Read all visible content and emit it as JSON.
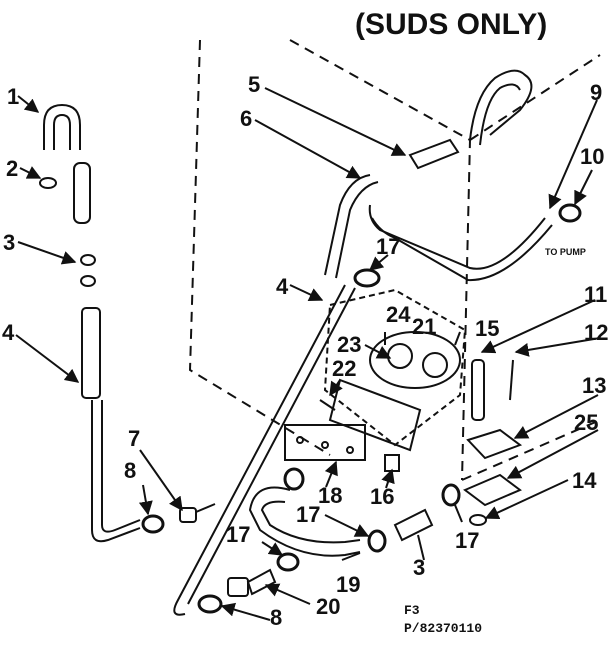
{
  "diagram": {
    "title": "(SUDS ONLY)",
    "note_to_pump": "TO PUMP",
    "figure_ref": "F3",
    "part_ref": "P/82370110",
    "callouts": {
      "c1": "1",
      "c2": "2",
      "c3a": "3",
      "c3b": "3",
      "c4a": "4",
      "c4b": "4",
      "c5": "5",
      "c6": "6",
      "c7": "7",
      "c8a": "8",
      "c8b": "8",
      "c9": "9",
      "c10": "10",
      "c11": "11",
      "c12": "12",
      "c13": "13",
      "c14": "14",
      "c15": "15",
      "c16": "16",
      "c17a": "17",
      "c17b": "17",
      "c17c": "17",
      "c17d": "17",
      "c18": "18",
      "c19": "19",
      "c20": "20",
      "c21": "21",
      "c22": "22",
      "c23": "23",
      "c24": "24",
      "c25": "25"
    }
  }
}
